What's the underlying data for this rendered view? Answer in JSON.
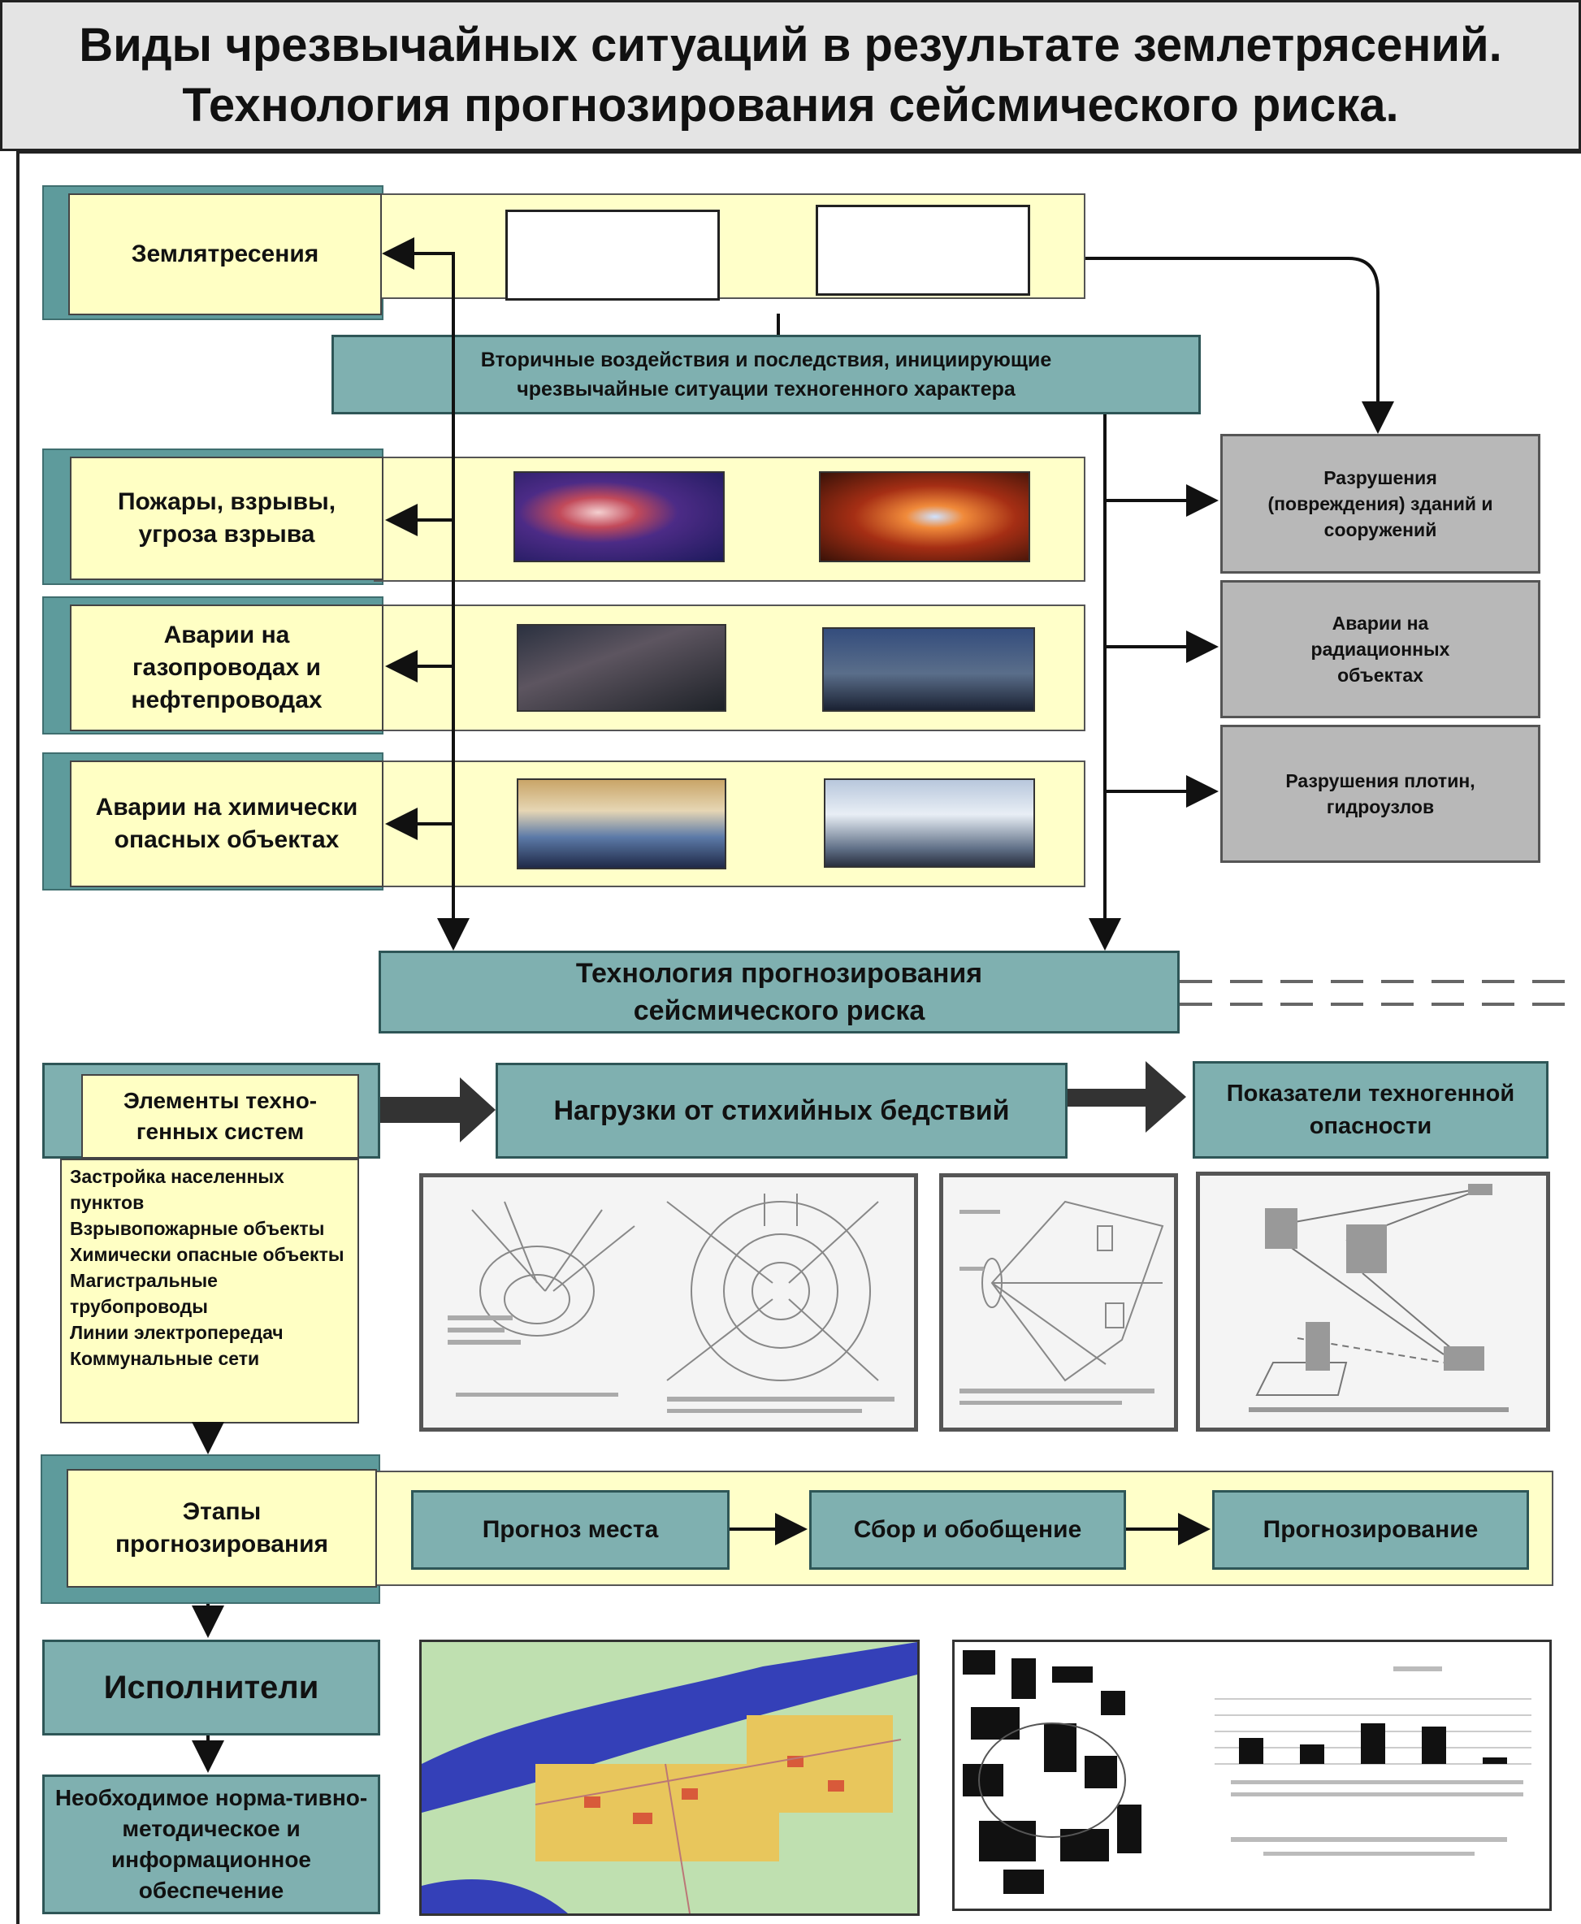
{
  "title": {
    "line1": "Виды чрезвычайных ситуаций в результате землетрясений.",
    "line2": "Технология прогнозирования сейсмического риска."
  },
  "earthquake": {
    "label": "Землятресения"
  },
  "secondary": {
    "line1": "Вторичные воздействия и последствия, инициирующие",
    "line2": "чрезвычайные ситуации техногенного характера"
  },
  "hazards": [
    {
      "label": "Пожары, взрывы, угроза взрыва"
    },
    {
      "label": "Аварии на газопроводах и нефтепроводах"
    },
    {
      "label": "Аварии на химически опасных объектах"
    }
  ],
  "consequences": [
    {
      "label": "Разрушения (повреждения) зданий и сооружений"
    },
    {
      "label": "Аварии на радиационных объектах"
    },
    {
      "label": "Разрушения плотин, гидроузлов"
    }
  ],
  "technology": {
    "line1": "Технология прогнозирования",
    "line2": "сейсмического риска"
  },
  "flow": {
    "elements": "Элементы техно-генных систем",
    "loads": "Нагрузки от стихийных бедствий",
    "indicators": "Показатели техногенной опасности"
  },
  "element_list": [
    "Застройка населенных пунктов",
    "Взрывопожарные объекты",
    "Химически опасные объекты",
    "Магистральные трубопроводы",
    "Линии электропередач",
    "Коммунальные сети"
  ],
  "stages": {
    "label": "Этапы прогнозирования",
    "steps": [
      "Прогноз места",
      "Сбор и обобщение",
      "Прогнозирование"
    ]
  },
  "executors": {
    "label": "Исполнители"
  },
  "support": {
    "label": "Необходимое норма-тивно-методическое и информационное обеспечение"
  },
  "colors": {
    "yellow": "#ffffc4",
    "teal": "#7fb0b0",
    "gray": "#b8b8b8",
    "arrow": "#111111"
  }
}
